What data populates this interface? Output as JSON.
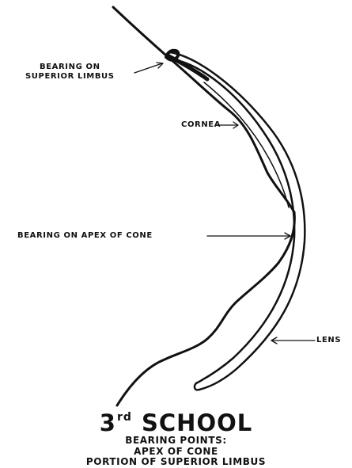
{
  "labels": {
    "superior_limbus_1": "BEARING ON",
    "superior_limbus_2": "SUPERIOR LIMBUS",
    "cornea": "CORNEA",
    "apex": "BEARING ON APEX OF CONE",
    "lens": "LENS"
  },
  "caption": {
    "title_number": "3",
    "title_superscript": "rd",
    "title_word": "SCHOOL",
    "line1": "BEARING POINTS:",
    "line2": "APEX OF CONE",
    "line3": "PORTION OF SUPERIOR LIMBUS"
  },
  "colors": {
    "ink": "#111111",
    "background": "#ffffff"
  }
}
